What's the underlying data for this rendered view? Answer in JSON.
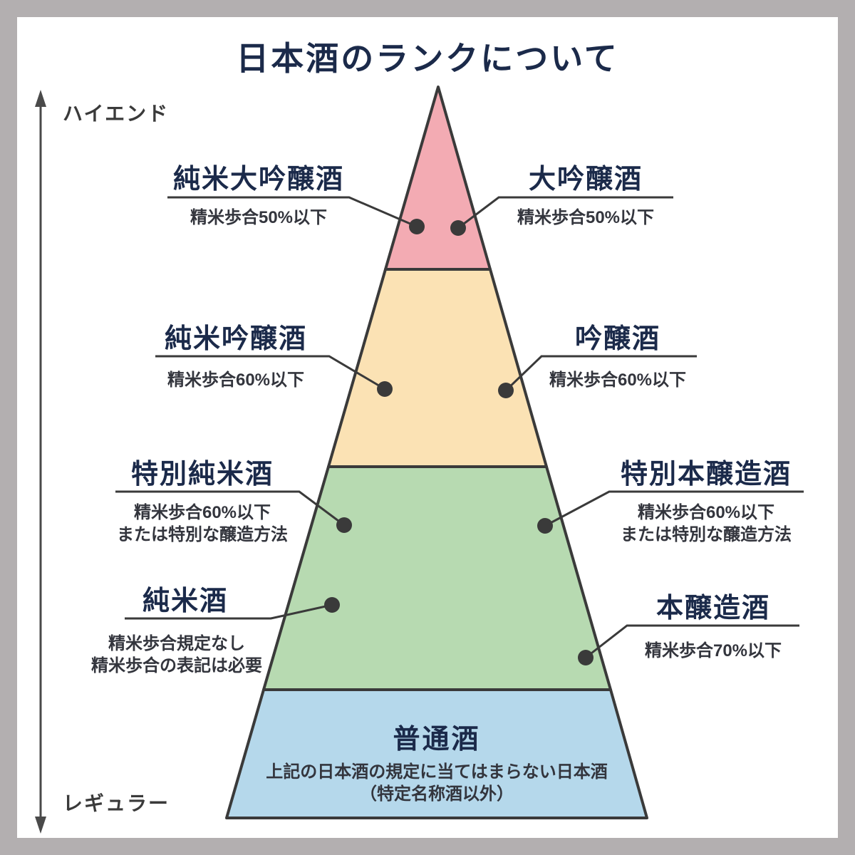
{
  "title": "日本酒のランクについて",
  "axis": {
    "top_label": "ハイエンド",
    "bottom_label": "レギュラー"
  },
  "colors": {
    "background": "#b3afb0",
    "card": "#ffffff",
    "outline": "#3a3a3a",
    "heading_text": "#1b2a4a",
    "tier_daiginjo": "#f3abb3",
    "tier_ginjo": "#fbe2b4",
    "tier_junmai": "#b7dab1",
    "tier_futsushu": "#b5d8eb"
  },
  "labels": {
    "left": [
      {
        "name": "純米大吟醸酒",
        "desc": [
          "精米歩合50%以下"
        ]
      },
      {
        "name": "純米吟醸酒",
        "desc": [
          "精米歩合60%以下"
        ]
      },
      {
        "name": "特別純米酒",
        "desc": [
          "精米歩合60%以下",
          "または特別な醸造方法"
        ]
      },
      {
        "name": "純米酒",
        "desc": [
          "精米歩合規定なし",
          "精米歩合の表記は必要"
        ]
      }
    ],
    "right": [
      {
        "name": "大吟醸酒",
        "desc": [
          "精米歩合50%以下"
        ]
      },
      {
        "name": "吟醸酒",
        "desc": [
          "精米歩合60%以下"
        ]
      },
      {
        "name": "特別本醸造酒",
        "desc": [
          "精米歩合60%以下",
          "または特別な醸造方法"
        ]
      },
      {
        "name": "本醸造酒",
        "desc": [
          "精米歩合70%以下"
        ]
      }
    ],
    "bottom": {
      "name": "普通酒",
      "desc": [
        "上記の日本酒の規定に当てはまらない日本酒",
        "（特定名称酒以外）"
      ]
    }
  }
}
